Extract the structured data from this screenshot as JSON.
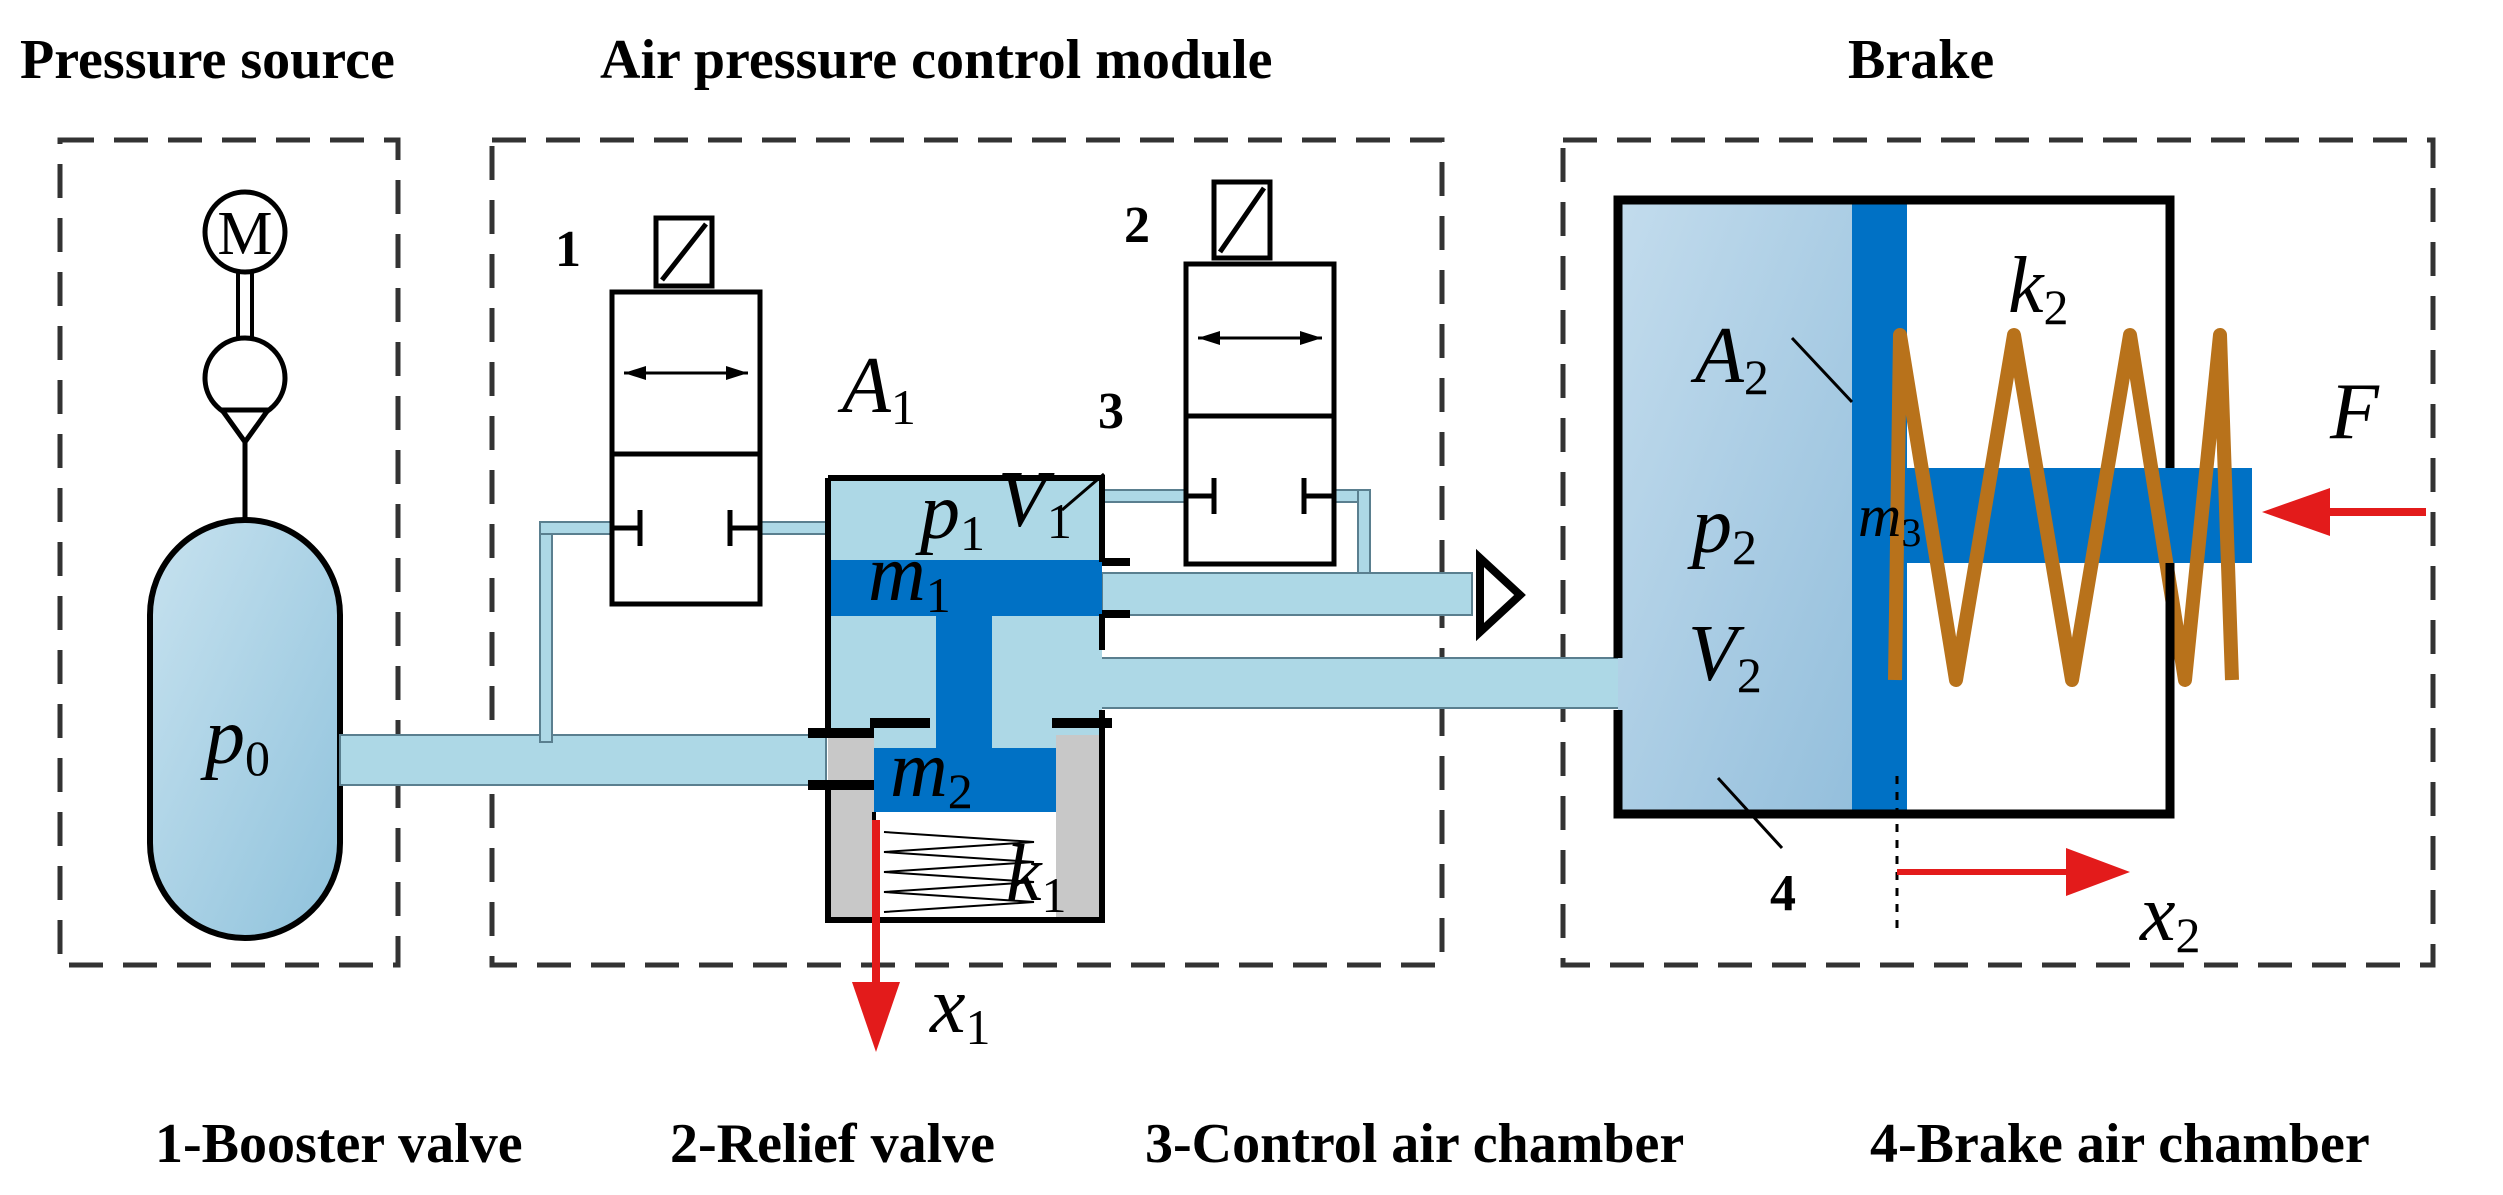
{
  "headers": {
    "pressure_source": "Pressure source",
    "control_module": "Air pressure control module",
    "brake": "Brake"
  },
  "motor_label": "M",
  "valve_numbers": {
    "v1": "1",
    "v2": "2",
    "v3": "3",
    "v4": "4"
  },
  "symbols": {
    "p0": {
      "base": "p",
      "sub": "0"
    },
    "A1": {
      "base": "A",
      "sub": "1"
    },
    "p1": {
      "base": "p",
      "sub": "1"
    },
    "V1": {
      "base": "V",
      "sub": "1"
    },
    "m1": {
      "base": "m",
      "sub": "1"
    },
    "m2": {
      "base": "m",
      "sub": "2"
    },
    "k1": {
      "base": "k",
      "sub": "1"
    },
    "x1": {
      "base": "x",
      "sub": "1"
    },
    "A2": {
      "base": "A",
      "sub": "2"
    },
    "p2": {
      "base": "p",
      "sub": "2"
    },
    "V2": {
      "base": "V",
      "sub": "2"
    },
    "m3": {
      "base": "m",
      "sub": "3"
    },
    "k2": {
      "base": "k",
      "sub": "2"
    },
    "x2": {
      "base": "x",
      "sub": "2"
    },
    "F": {
      "base": "F"
    }
  },
  "legend": {
    "item1": "1-Booster valve",
    "item2": "2-Relief valve",
    "item3": "3-Control air chamber",
    "item4": "4-Brake air chamber"
  },
  "colors": {
    "fluid": "#add8e6",
    "piston": "#0071c5",
    "spring": "#b8721b",
    "arrow": "#e31b1b",
    "stop": "#c8c8c8"
  }
}
